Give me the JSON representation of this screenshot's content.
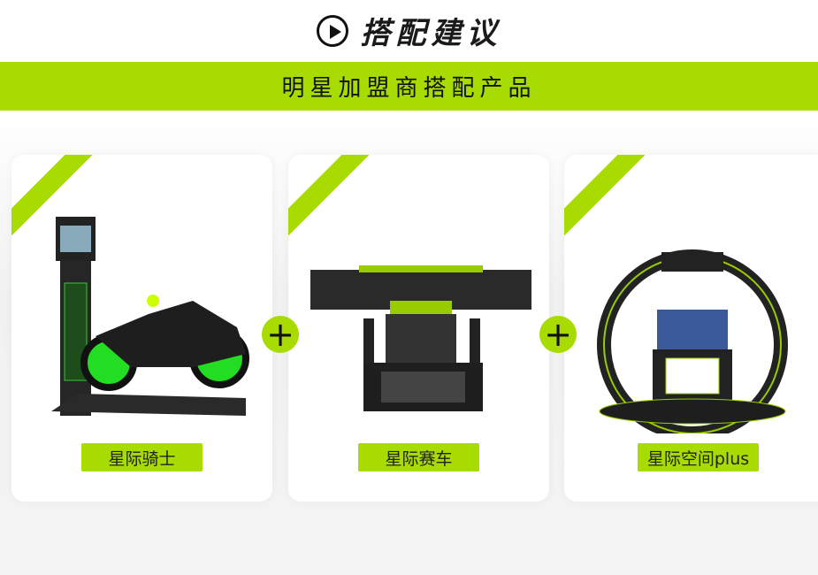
{
  "header": {
    "title": "搭配建议",
    "icon": "play-circle-icon"
  },
  "banner": {
    "text": "明星加盟商搭配产品"
  },
  "products": [
    {
      "name": "星际骑士"
    },
    {
      "name": "星际赛车"
    },
    {
      "name": "星际空间plus"
    }
  ],
  "plus_symbol": "+",
  "colors": {
    "accent": "#a8dc00",
    "text": "#1a1a1a"
  }
}
